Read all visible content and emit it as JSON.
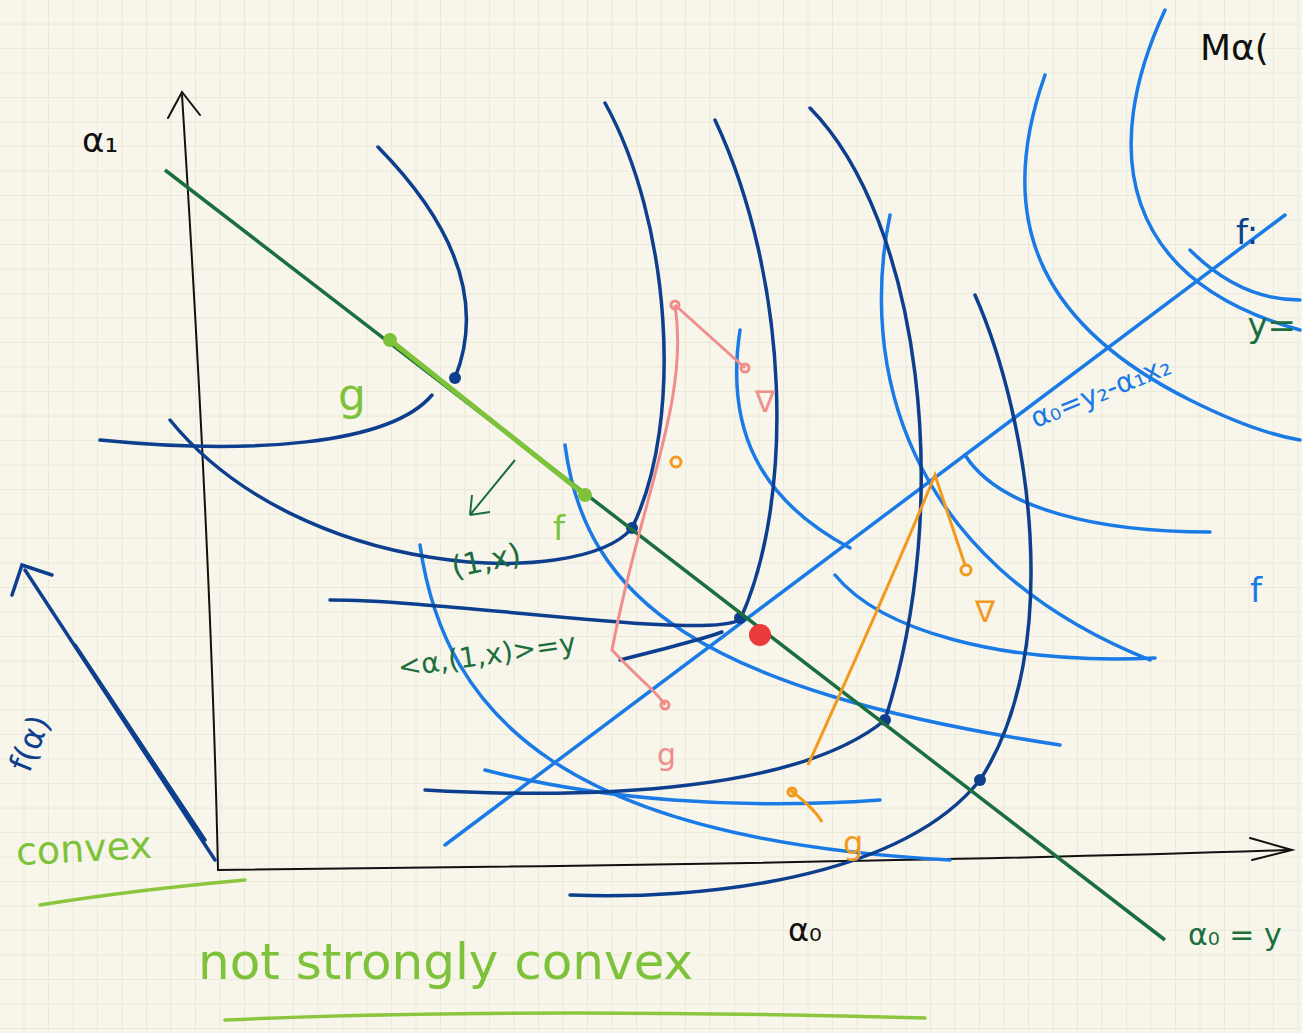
{
  "diagram": {
    "labels": [
      "α₁",
      "Mα(",
      "f:",
      "y=",
      "α₀=y₂-α₁x₂",
      "f",
      "g",
      "f",
      "(1,x)",
      "<α,(1,x)>=y",
      "f(α)",
      "convex",
      "not strongly convex",
      "α₀",
      "α₀ = y",
      "∇",
      "g",
      "∇",
      "g"
    ]
  }
}
